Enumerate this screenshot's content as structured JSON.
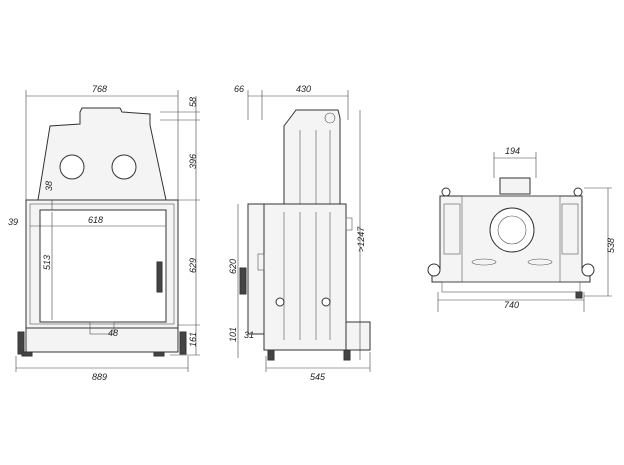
{
  "front_view": {
    "width_top": "768",
    "top_height": "58",
    "hood_height": "396",
    "offset_top": "38",
    "offset_left": "39",
    "glass_width": "618",
    "glass_height": "513",
    "door_height": "629",
    "bottom_offset": "48",
    "base_height": "161",
    "overall_width": "889"
  },
  "side_view": {
    "flue_offset": "66",
    "depth_top": "430",
    "total_height": ">1247",
    "side_height": "620",
    "base_height": "101",
    "foot_offset": "31",
    "depth_bottom": "545"
  },
  "top_view": {
    "flue_width": "194",
    "depth": "538",
    "width": "740"
  },
  "colors": {
    "line": "#333333",
    "fill": "#f4f4f4"
  }
}
